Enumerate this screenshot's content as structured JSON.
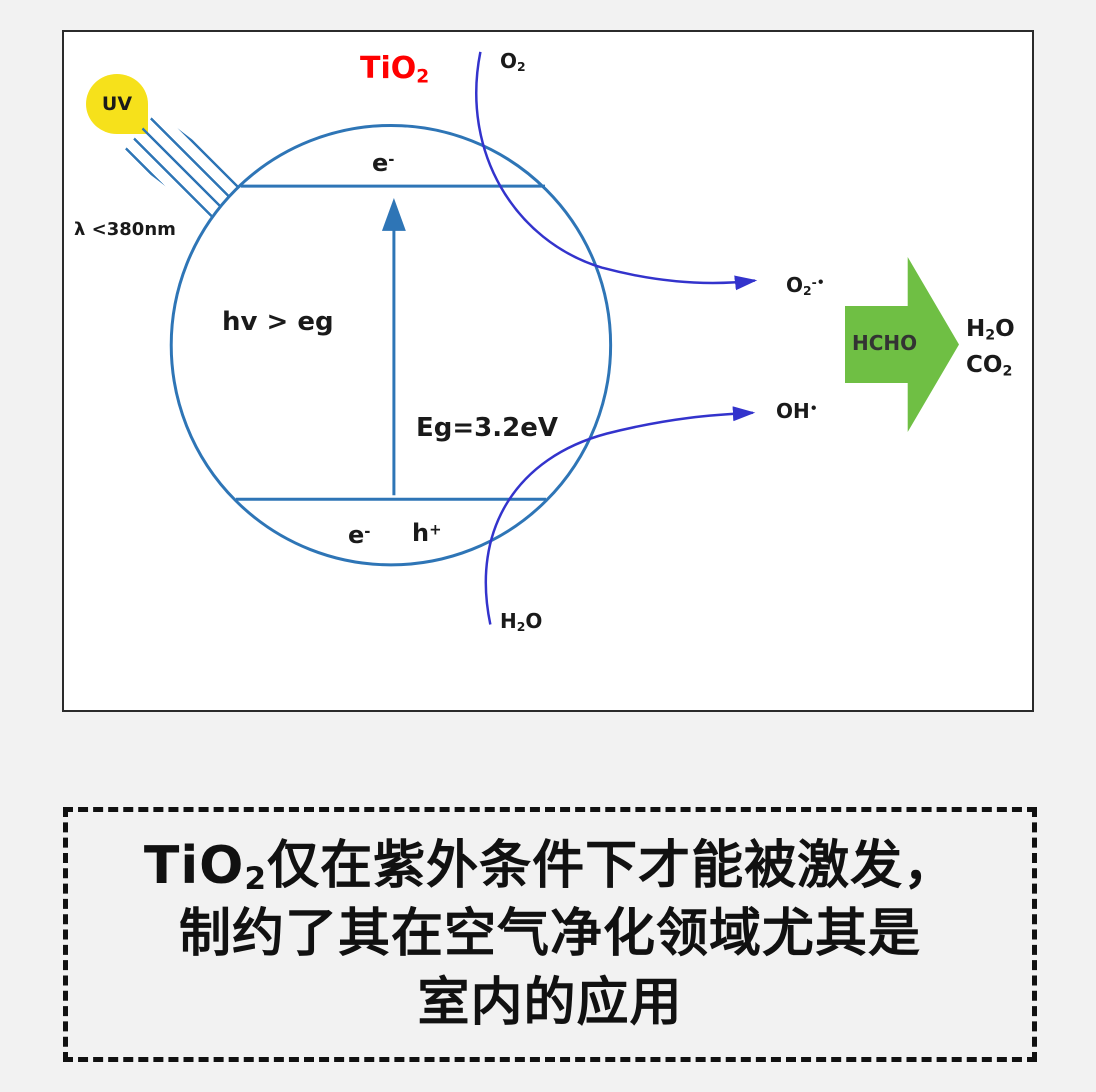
{
  "diagram": {
    "title": {
      "pre": "TiO",
      "sub": "2"
    },
    "uv_badge": "UV",
    "wavelength": "λ <380nm",
    "hv": "hv > eg",
    "band_gap": "Eg=3.2eV",
    "electron_top": {
      "base": "e",
      "sup": "-"
    },
    "electron_bottom": {
      "base": "e",
      "sup": "-"
    },
    "hole": {
      "base": "h",
      "sup": "+"
    },
    "o2": {
      "base": "O",
      "sub": "2"
    },
    "o2_radical": {
      "base": "O",
      "sub": "2",
      "sup": "-•"
    },
    "oh_radical": {
      "base": "OH",
      "sup": "•"
    },
    "h2o_reactant": {
      "pre": "H",
      "sub": "2",
      "post": "O"
    },
    "hcho": "HCHO",
    "products": {
      "h2o": {
        "pre": "H",
        "sub": "2",
        "post": "O"
      },
      "co2": {
        "pre": "CO",
        "sub": "2"
      }
    },
    "colors": {
      "circle_blue": "#2e75b6",
      "curve_blue": "#3333cc",
      "arrow_green": "#6fbf44",
      "title_red": "#ff0000",
      "uv_yellow": "#f6e11b"
    }
  },
  "caption": {
    "line1": {
      "pre": "TiO",
      "sub": "2",
      "post": "仅在紫外条件下才能被激发，"
    },
    "line2": "制约了其在空气净化领域尤其是",
    "line3": "室内的应用"
  }
}
